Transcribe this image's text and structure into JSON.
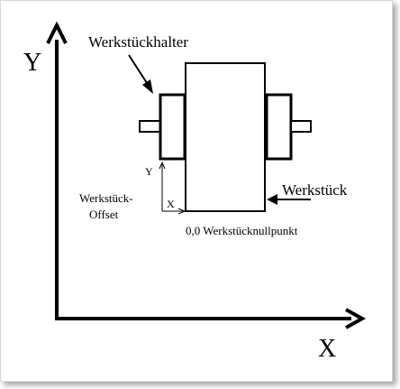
{
  "labels": {
    "axis_y": "Y",
    "axis_x": "X",
    "holder": "Werkstückhalter",
    "workpiece": "Werkstück",
    "offset_y": "Y",
    "offset_x": "X",
    "offset_line1": "Werkstück-",
    "offset_line2": "Offset",
    "zero_point": "0,0 Werkstücknullpunkt"
  }
}
